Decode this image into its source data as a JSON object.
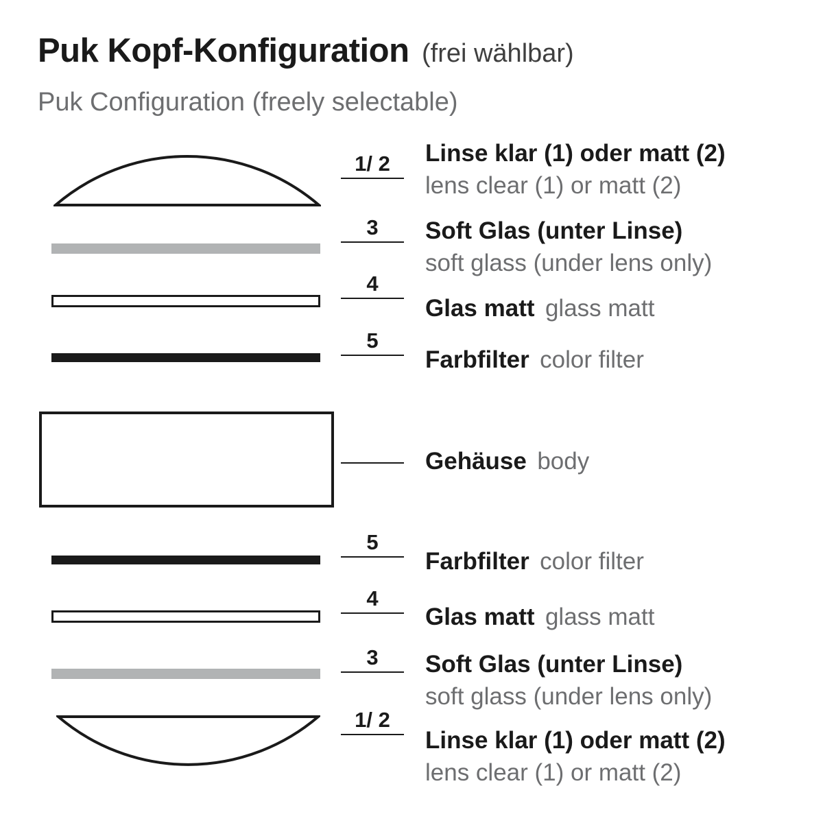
{
  "header": {
    "title_de": "Puk Kopf-Konfiguration",
    "title_suffix": "(frei wählbar)",
    "subtitle_en": "Puk Configuration (freely selectable)"
  },
  "colors": {
    "text_dark": "#1a1a1a",
    "text_gray": "#6d6e70",
    "soft_glass_gray": "#b1b3b4",
    "line_black": "#1a1a1a"
  },
  "items": [
    {
      "number": "1/ 2",
      "label_de": "Linse klar (1) oder matt (2)",
      "label_en": "lens clear (1) or matt (2)",
      "shape": "lens-dome-up"
    },
    {
      "number": "3",
      "label_de": "Soft Glas (unter Linse)",
      "label_en": "soft glass (under lens only)",
      "shape": "soft-glass-bar"
    },
    {
      "number": "4",
      "label_de": "Glas matt",
      "label_en": "glass matt",
      "shape": "outlined-glass-bar"
    },
    {
      "number": "5",
      "label_de": "Farbfilter",
      "label_en": "color filter",
      "shape": "black-filter-bar"
    },
    {
      "number": "",
      "label_de": "Gehäuse",
      "label_en": "body",
      "shape": "body-rectangle"
    },
    {
      "number": "5",
      "label_de": "Farbfilter",
      "label_en": "color filter",
      "shape": "black-filter-bar"
    },
    {
      "number": "4",
      "label_de": "Glas matt",
      "label_en": "glass matt",
      "shape": "outlined-glass-bar"
    },
    {
      "number": "3",
      "label_de": "Soft Glas (unter Linse)",
      "label_en": "soft glass (under lens only)",
      "shape": "soft-glass-bar"
    },
    {
      "number": "1/ 2",
      "label_de": "Linse klar (1) oder matt (2)",
      "label_en": "lens clear (1) or matt (2)",
      "shape": "lens-dome-down"
    }
  ]
}
